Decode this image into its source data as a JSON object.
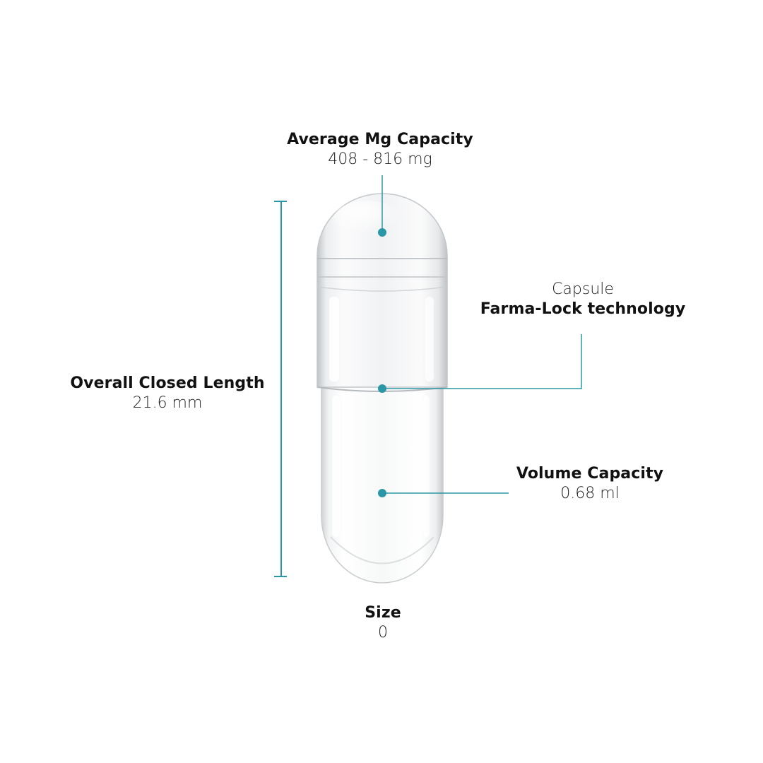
{
  "labels": {
    "mg_capacity": {
      "title": "Average Mg Capacity",
      "value": "408 - 816 mg"
    },
    "lock": {
      "prefix": "Capsule",
      "title": "Farma-Lock technology"
    },
    "length": {
      "title": "Overall Closed Length",
      "value": "21.6 mm"
    },
    "volume": {
      "title": "Volume Capacity",
      "value": "0.68 ml"
    },
    "size": {
      "title": "Size",
      "value": "0"
    }
  },
  "colors": {
    "accent": "#2a97a6",
    "text": "#111111",
    "capsule_outline": "#c9ccce"
  },
  "images": {
    "capsule": "clear-transparent-capsule"
  }
}
